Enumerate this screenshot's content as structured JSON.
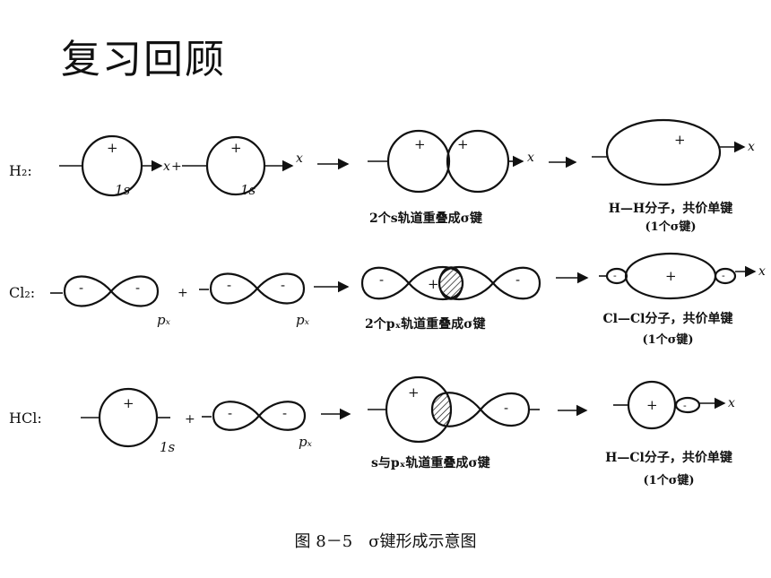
{
  "title": "复习回顾",
  "rows": [
    {
      "molecule": "H₂:",
      "orbital1": "1s",
      "orbital2": "1s",
      "plus_sign": "+",
      "overlap_caption": "2个s轨道重叠成σ键",
      "result_caption_line1": "H—H分子，共价单键",
      "result_caption_line2": "(1个σ键)"
    },
    {
      "molecule": "Cl₂:",
      "orbital1": "pₓ",
      "orbital2": "pₓ",
      "plus_sign": "+",
      "overlap_caption": "2个pₓ轨道重叠成σ键",
      "result_caption_line1": "Cl—Cl分子，共价单键",
      "result_caption_line2": "(1个σ键)"
    },
    {
      "molecule": "HCl:",
      "orbital1": "1s",
      "orbital2": "pₓ",
      "plus_sign": "+",
      "overlap_caption": "s与pₓ轨道重叠成σ键",
      "result_caption_line1": "H—Cl分子，共价单键",
      "result_caption_line2": "(1个σ键)"
    }
  ],
  "axis_label": "x",
  "phase_positive": "+",
  "phase_negative": "-",
  "figure_caption": "图 8－5　σ键形成示意图"
}
